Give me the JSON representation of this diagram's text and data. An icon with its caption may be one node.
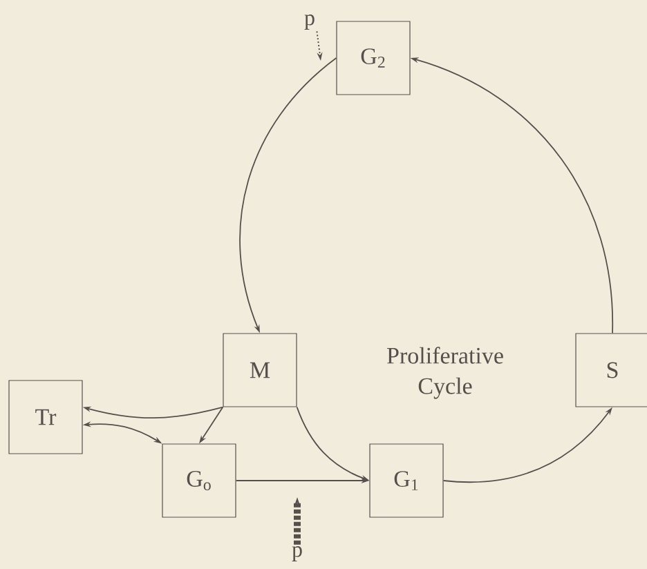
{
  "diagram": {
    "nodes": [
      {
        "text": [
          "G$_{2}$"
        ]
      },
      {
        "text": [
          "M"
        ]
      },
      {
        "text": [
          "S"
        ]
      },
      {
        "text": [
          "Tr"
        ]
      },
      {
        "text": [
          "G$_{o}$"
        ]
      },
      {
        "text": [
          "G$_{1}$"
        ]
      },
      {
        "text": [
          "p"
        ]
      },
      {
        "text": [
          "p"
        ]
      }
    ],
    "edges": [
      {
        "from": 0,
        "to": 1,
        "arrow": "to"
      },
      {
        "from": 2,
        "to": 0,
        "arrow": "to"
      },
      {
        "from": 5,
        "to": 2,
        "arrow": "to"
      },
      {
        "from": 1,
        "to": 5,
        "arrow": "to"
      },
      {
        "from": 1,
        "to": 3,
        "arrow": "to"
      },
      {
        "from": 3,
        "to": 4,
        "arrow": "both"
      },
      {
        "from": 1,
        "to": 4,
        "arrow": "to"
      },
      {
        "from": 4,
        "to": 5,
        "arrow": "to"
      },
      {
        "from": 6,
        "to": null,
        "arrow": "to",
        "style": "dashed"
      },
      {
        "from": 7,
        "to": null,
        "arrow": "to",
        "style": "dashed"
      }
    ],
    "labels": [
      "Proliferative Cycle"
    ]
  }
}
